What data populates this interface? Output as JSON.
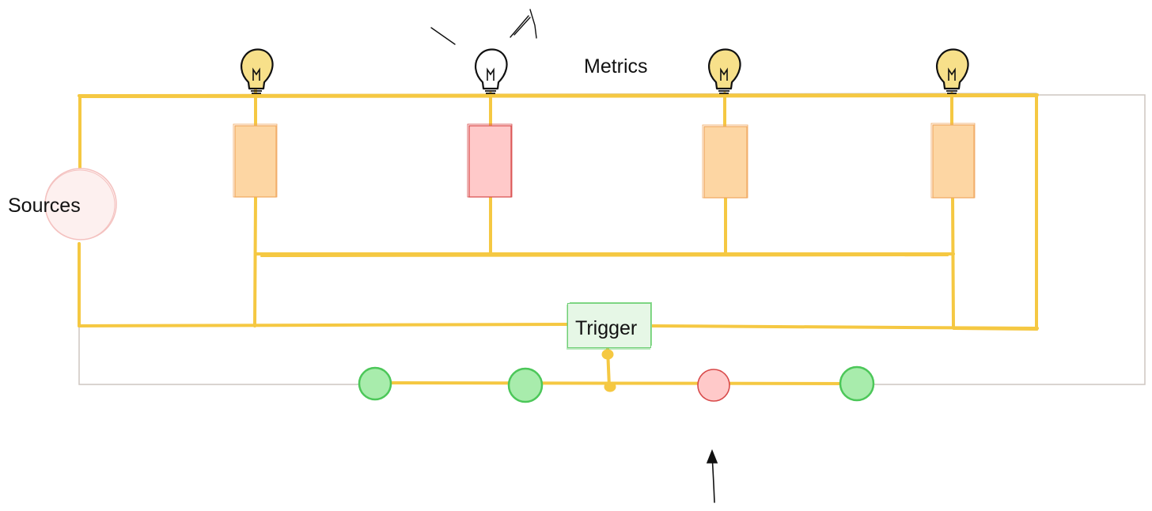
{
  "labels": {
    "sources": "Sources",
    "metrics": "Metrics",
    "trigger": "Trigger"
  },
  "colors": {
    "wire": "#f5c842",
    "outline": "#cdc6c0",
    "orange_fill": "#fdd6a3",
    "orange_stroke": "#f0a860",
    "red_fill": "#ffc9c9",
    "red_stroke": "#d84a4a",
    "green_fill": "#a8ecac",
    "green_stroke": "#4cc759",
    "bulb_fill": "#f7e08a",
    "bulb_stroke": "#111111",
    "sources_fill": "#fdf0ef",
    "sources_stroke": "#f4c2c0"
  },
  "resistors": [
    {
      "status": "orange"
    },
    {
      "status": "red"
    },
    {
      "status": "orange"
    },
    {
      "status": "orange"
    }
  ],
  "bulbs": [
    {
      "lit": true
    },
    {
      "lit": false
    },
    {
      "lit": true
    },
    {
      "lit": true
    }
  ],
  "indicators": [
    {
      "status": "green"
    },
    {
      "status": "green"
    },
    {
      "status": "red"
    },
    {
      "status": "green"
    }
  ],
  "icons": [
    "bulb-icon",
    "arrow-up-icon"
  ]
}
